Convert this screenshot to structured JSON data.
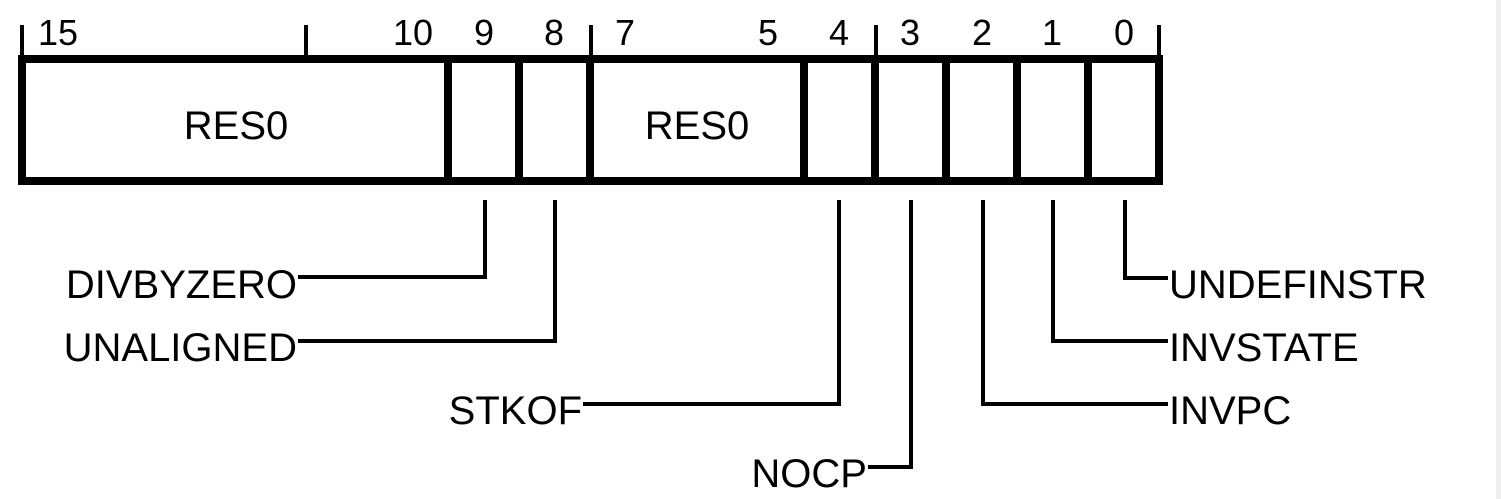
{
  "register": {
    "width_bits": 16,
    "bit_numbers": [
      {
        "bit": 15,
        "label": "15"
      },
      {
        "bit": 10,
        "label": "10"
      },
      {
        "bit": 9,
        "label": "9"
      },
      {
        "bit": 8,
        "label": "8"
      },
      {
        "bit": 7,
        "label": "7"
      },
      {
        "bit": 5,
        "label": "5"
      },
      {
        "bit": 4,
        "label": "4"
      },
      {
        "bit": 3,
        "label": "3"
      },
      {
        "bit": 2,
        "label": "2"
      },
      {
        "bit": 1,
        "label": "1"
      },
      {
        "bit": 0,
        "label": "0"
      }
    ],
    "fields": [
      {
        "msb": 15,
        "lsb": 10,
        "name": "RES0",
        "inline": true
      },
      {
        "msb": 9,
        "lsb": 9,
        "name": "DIVBYZERO",
        "inline": false
      },
      {
        "msb": 8,
        "lsb": 8,
        "name": "UNALIGNED",
        "inline": false
      },
      {
        "msb": 7,
        "lsb": 5,
        "name": "RES0",
        "inline": true
      },
      {
        "msb": 4,
        "lsb": 4,
        "name": "STKOF",
        "inline": false
      },
      {
        "msb": 3,
        "lsb": 3,
        "name": "NOCP",
        "inline": false
      },
      {
        "msb": 2,
        "lsb": 2,
        "name": "INVPC",
        "inline": false
      },
      {
        "msb": 1,
        "lsb": 1,
        "name": "INVSTATE",
        "inline": false
      },
      {
        "msb": 0,
        "lsb": 0,
        "name": "UNDEFINSTR",
        "inline": false
      }
    ]
  },
  "labels": {
    "res0_high": "RES0",
    "res0_low": "RES0",
    "bit9": "DIVBYZERO",
    "bit8": "UNALIGNED",
    "bit4": "STKOF",
    "bit3": "NOCP",
    "bit2": "INVPC",
    "bit1": "INVSTATE",
    "bit0": "UNDEFINSTR"
  },
  "colors": {
    "stroke": "#000000",
    "background": "#ffffff"
  }
}
